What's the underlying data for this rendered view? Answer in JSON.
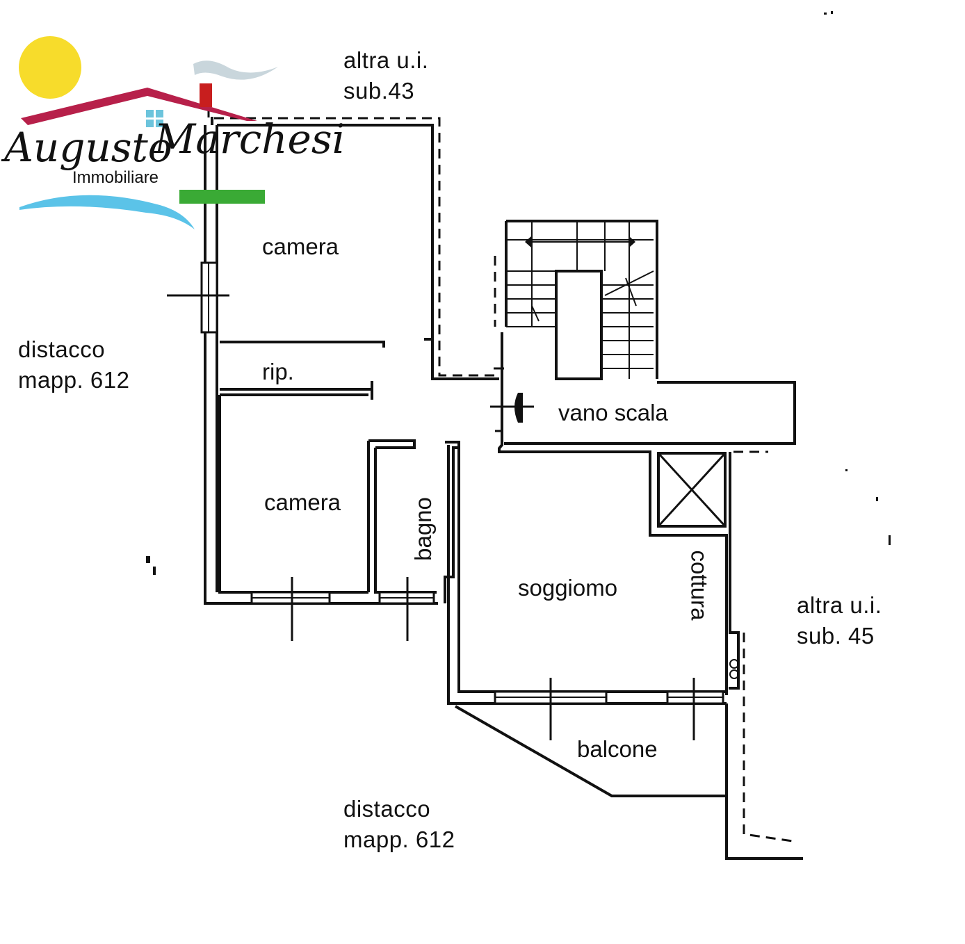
{
  "logo": {
    "name_first": "Augusto",
    "name_last": "Marchesi",
    "tagline": "Immobiliare",
    "colors": {
      "sun": "#f7dc2b",
      "roof": "#b7204a",
      "chimney": "#c81e1e",
      "window": "#6cc4dc",
      "wave": "#5bc3e8",
      "grass": "#3aaa35"
    }
  },
  "rooms": {
    "camera_top": "camera",
    "rip": "rip.",
    "camera_bottom": "camera",
    "bagno": "bagno",
    "soggiorno": "soggiomo",
    "cottura": "cottura",
    "vano_scala": "vano scala",
    "balcone": "balcone"
  },
  "surroundings": {
    "north": {
      "line1": "altra u.i.",
      "line2": "sub.43"
    },
    "east": {
      "line1": "altra u.i.",
      "line2": "sub. 45"
    },
    "west": {
      "line1": "distacco",
      "line2": "mapp. 612"
    },
    "south": {
      "line1": "distacco",
      "line2": "mapp. 612"
    }
  }
}
